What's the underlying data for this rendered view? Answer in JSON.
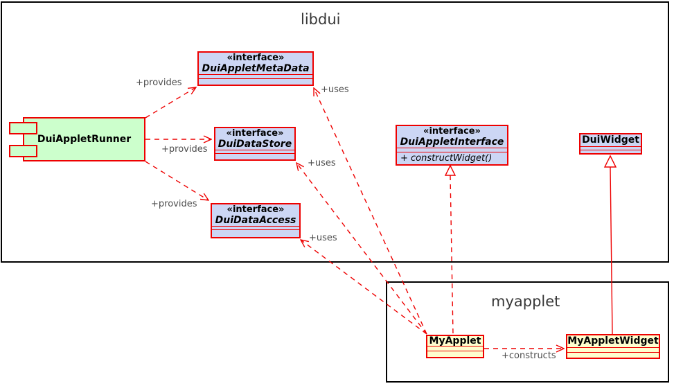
{
  "diagram": {
    "packages": {
      "libdui": {
        "title": "libdui"
      },
      "myapplet": {
        "title": "myapplet"
      }
    },
    "component": {
      "name": "DuiAppletRunner"
    },
    "nodes": {
      "metadata": {
        "stereotype": "«interface»",
        "name": "DuiAppletMetaData"
      },
      "datastore": {
        "stereotype": "«interface»",
        "name": "DuiDataStore"
      },
      "dataaccess": {
        "stereotype": "«interface»",
        "name": "DuiDataAccess"
      },
      "appletinterface": {
        "stereotype": "«interface»",
        "name": "DuiAppletInterface",
        "method": "+ constructWidget()"
      },
      "duiwidget": {
        "name": "DuiWidget"
      },
      "myapplet": {
        "name": "MyApplet"
      },
      "myappletwidget": {
        "name": "MyAppletWidget"
      }
    },
    "edge_labels": {
      "provides_metadata": "+provides",
      "provides_datastore": "+provides",
      "provides_dataaccess": "+provides",
      "uses_metadata": "+uses",
      "uses_datastore": "+uses",
      "uses_dataaccess": "+uses",
      "constructs": "+constructs"
    },
    "colors": {
      "interface_fill": "#ccd6f4",
      "class_fill": "#fefece",
      "component_fill": "#ccffcc",
      "line_red": "#ee0000",
      "package_border": "#000000",
      "label_gray": "#4d4d4d"
    }
  }
}
